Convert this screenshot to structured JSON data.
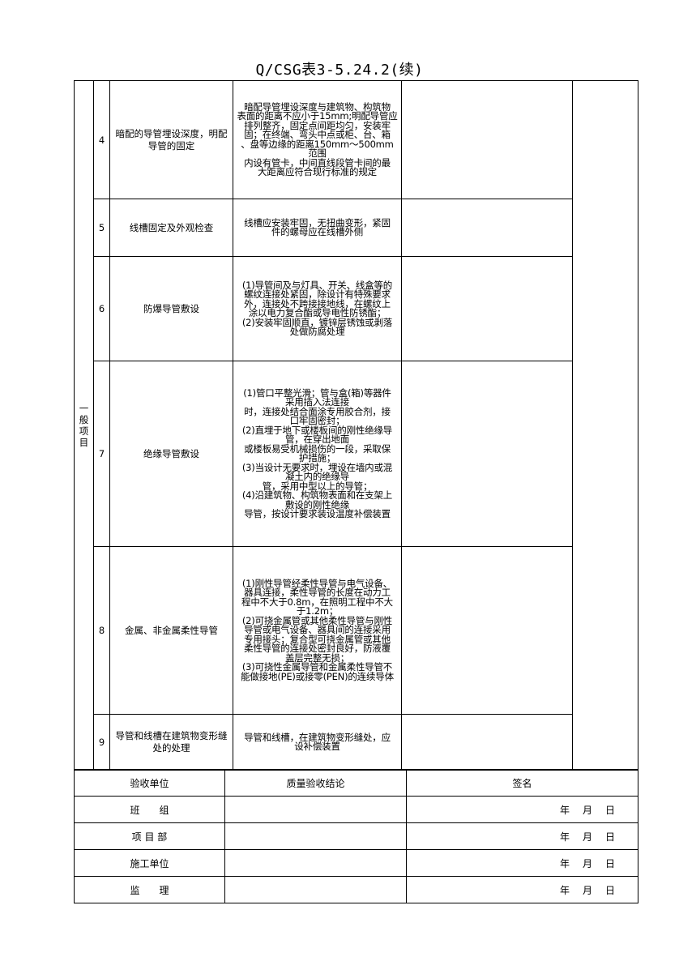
{
  "title": "Q/CSG表3-5.24.2(续)",
  "category": [
    "一",
    "般",
    "项",
    "目"
  ],
  "rows": [
    {
      "num": "4",
      "item": "暗配的导管埋设深度，明配导管的固定",
      "standard": [
        "暗配导管埋设深度与建筑物、构筑物",
        "表面的距离不应小于15mm;明配导管应",
        "排列整齐，固定点间距均匀，安装牢",
        "固；在终端、弯头中点或柜、台、箱",
        "、盘等边缘的距离150mm～500mm范围",
        "内设有管卡，中间直线段管卡间的最",
        "大距离应符合现行标准的规定"
      ]
    },
    {
      "num": "5",
      "item": "线槽固定及外观检查",
      "standard": [
        "线槽应安装牢固，无扭曲变形，紧固",
        "件的螺母应在线槽外侧"
      ]
    },
    {
      "num": "6",
      "item": "防爆导管敷设",
      "standard": [
        "(1)导管间及与灯具、开关、线盒等的",
        "螺纹连接处紧固，除设计有特殊要求",
        "外，连接处不跨接接地线，在螺纹上",
        "涂以电力复合酯或导电性防锈酯；",
        "(2)安装牢固顺直，镀锌层锈蚀或剥落",
        "处做防腐处理"
      ]
    },
    {
      "num": "7",
      "item": "绝缘导管敷设",
      "standard": [
        "(1)管口平整光滑；管与盒(箱)等器件",
        "采用插入法连接",
        "时，连接处结合面涂专用胶合剂，接",
        "口牢固密封；",
        "(2)直埋于地下或楼板间的刚性绝缘导",
        "管，在穿出地面",
        "或楼板易受机械损伤的一段，采取保",
        "护措施；",
        "(3)当设计无要求时，埋设在墙内或混",
        "凝土内的绝缘导",
        "管，采用中型以上的导管；",
        "(4)沿建筑物、构筑物表面和在支架上",
        "敷设的刚性绝缘",
        "导管，按设计要求装设温度补偿装置"
      ]
    },
    {
      "num": "8",
      "item": "金属、非金属柔性导管",
      "standard": [
        "(1)刚性导管经柔性导管与电气设备、",
        "器具连接，柔性导管的长度在动力工",
        "程中不大于0.8m，在照明工程中不大",
        "于1.2m；",
        "(2)可挠金属管或其他柔性导管与刚性",
        "导管或电气设备、器具间的连接采用",
        "专用接头；复合型可挠金属管或其他",
        "柔性导管的连接处密封良好，防液覆",
        "盖层完整无损；",
        "(3)可挠性金属导管和金属柔性导管不",
        "能做接地(PE)或接零(PEN)的连续导体"
      ]
    },
    {
      "num": "9",
      "item": "导管和线槽在建筑物变形缝处的处理",
      "standard": [
        "导管和线槽，在建筑物变形缝处，应",
        "设补偿装置"
      ]
    }
  ],
  "footer": {
    "headers": [
      "验收单位",
      "质量验收结论",
      "签名"
    ],
    "units": [
      "班　　组",
      "项 目 部",
      "施工单位",
      "监　　理"
    ],
    "date_text": "年　月　日"
  }
}
